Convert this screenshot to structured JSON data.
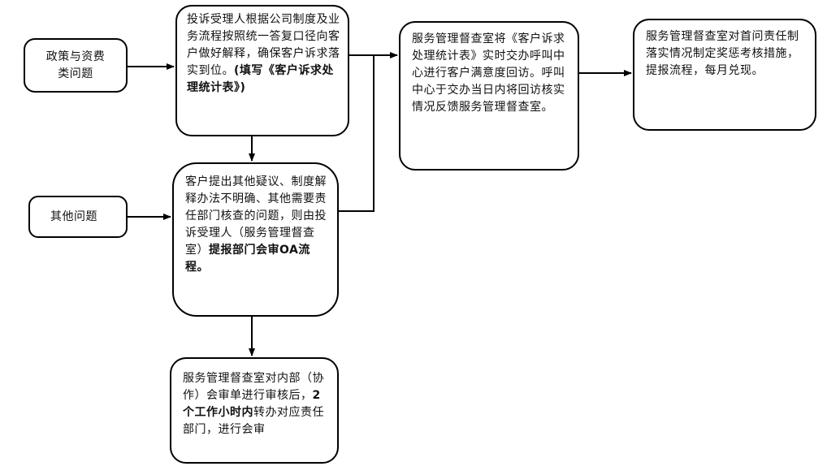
{
  "nodes": {
    "policy": {
      "text": "政策与资费类问题"
    },
    "other": {
      "text": "其他问题"
    },
    "reply": {
      "text": "投诉受理人根据公司制度及业务流程按照统一答复口径向客户做好解释，确保客户诉求落实到位。",
      "bold": "(填写《客户诉求处理统计表》)"
    },
    "other_process": {
      "text": "客户提出其他疑议、制度解释办法不明确、其他需要责任部门核查的问题，则由投诉受理人（服务管理督查室）",
      "bold": "提报部门会审OA流程。"
    },
    "audit": {
      "text_before": "服务管理督查室对内部（协作）会审单进行审核后，",
      "bold": "2个工作小时内",
      "text_after": "转办对应责任部门，进行会审"
    },
    "stats": {
      "text": "服务管理督查室将《客户诉求处理统计表》实时交办呼叫中心进行客户满意度回访。呼叫中心于交办当日内将回访核实情况反馈服务管理督查室。"
    },
    "reward": {
      "text": "服务管理督查室对首问责任制落实情况制定奖惩考核措施，提报流程，每月兑现。"
    }
  },
  "colors": {
    "stroke": "#000000",
    "background": "#ffffff",
    "text": "#111111"
  }
}
